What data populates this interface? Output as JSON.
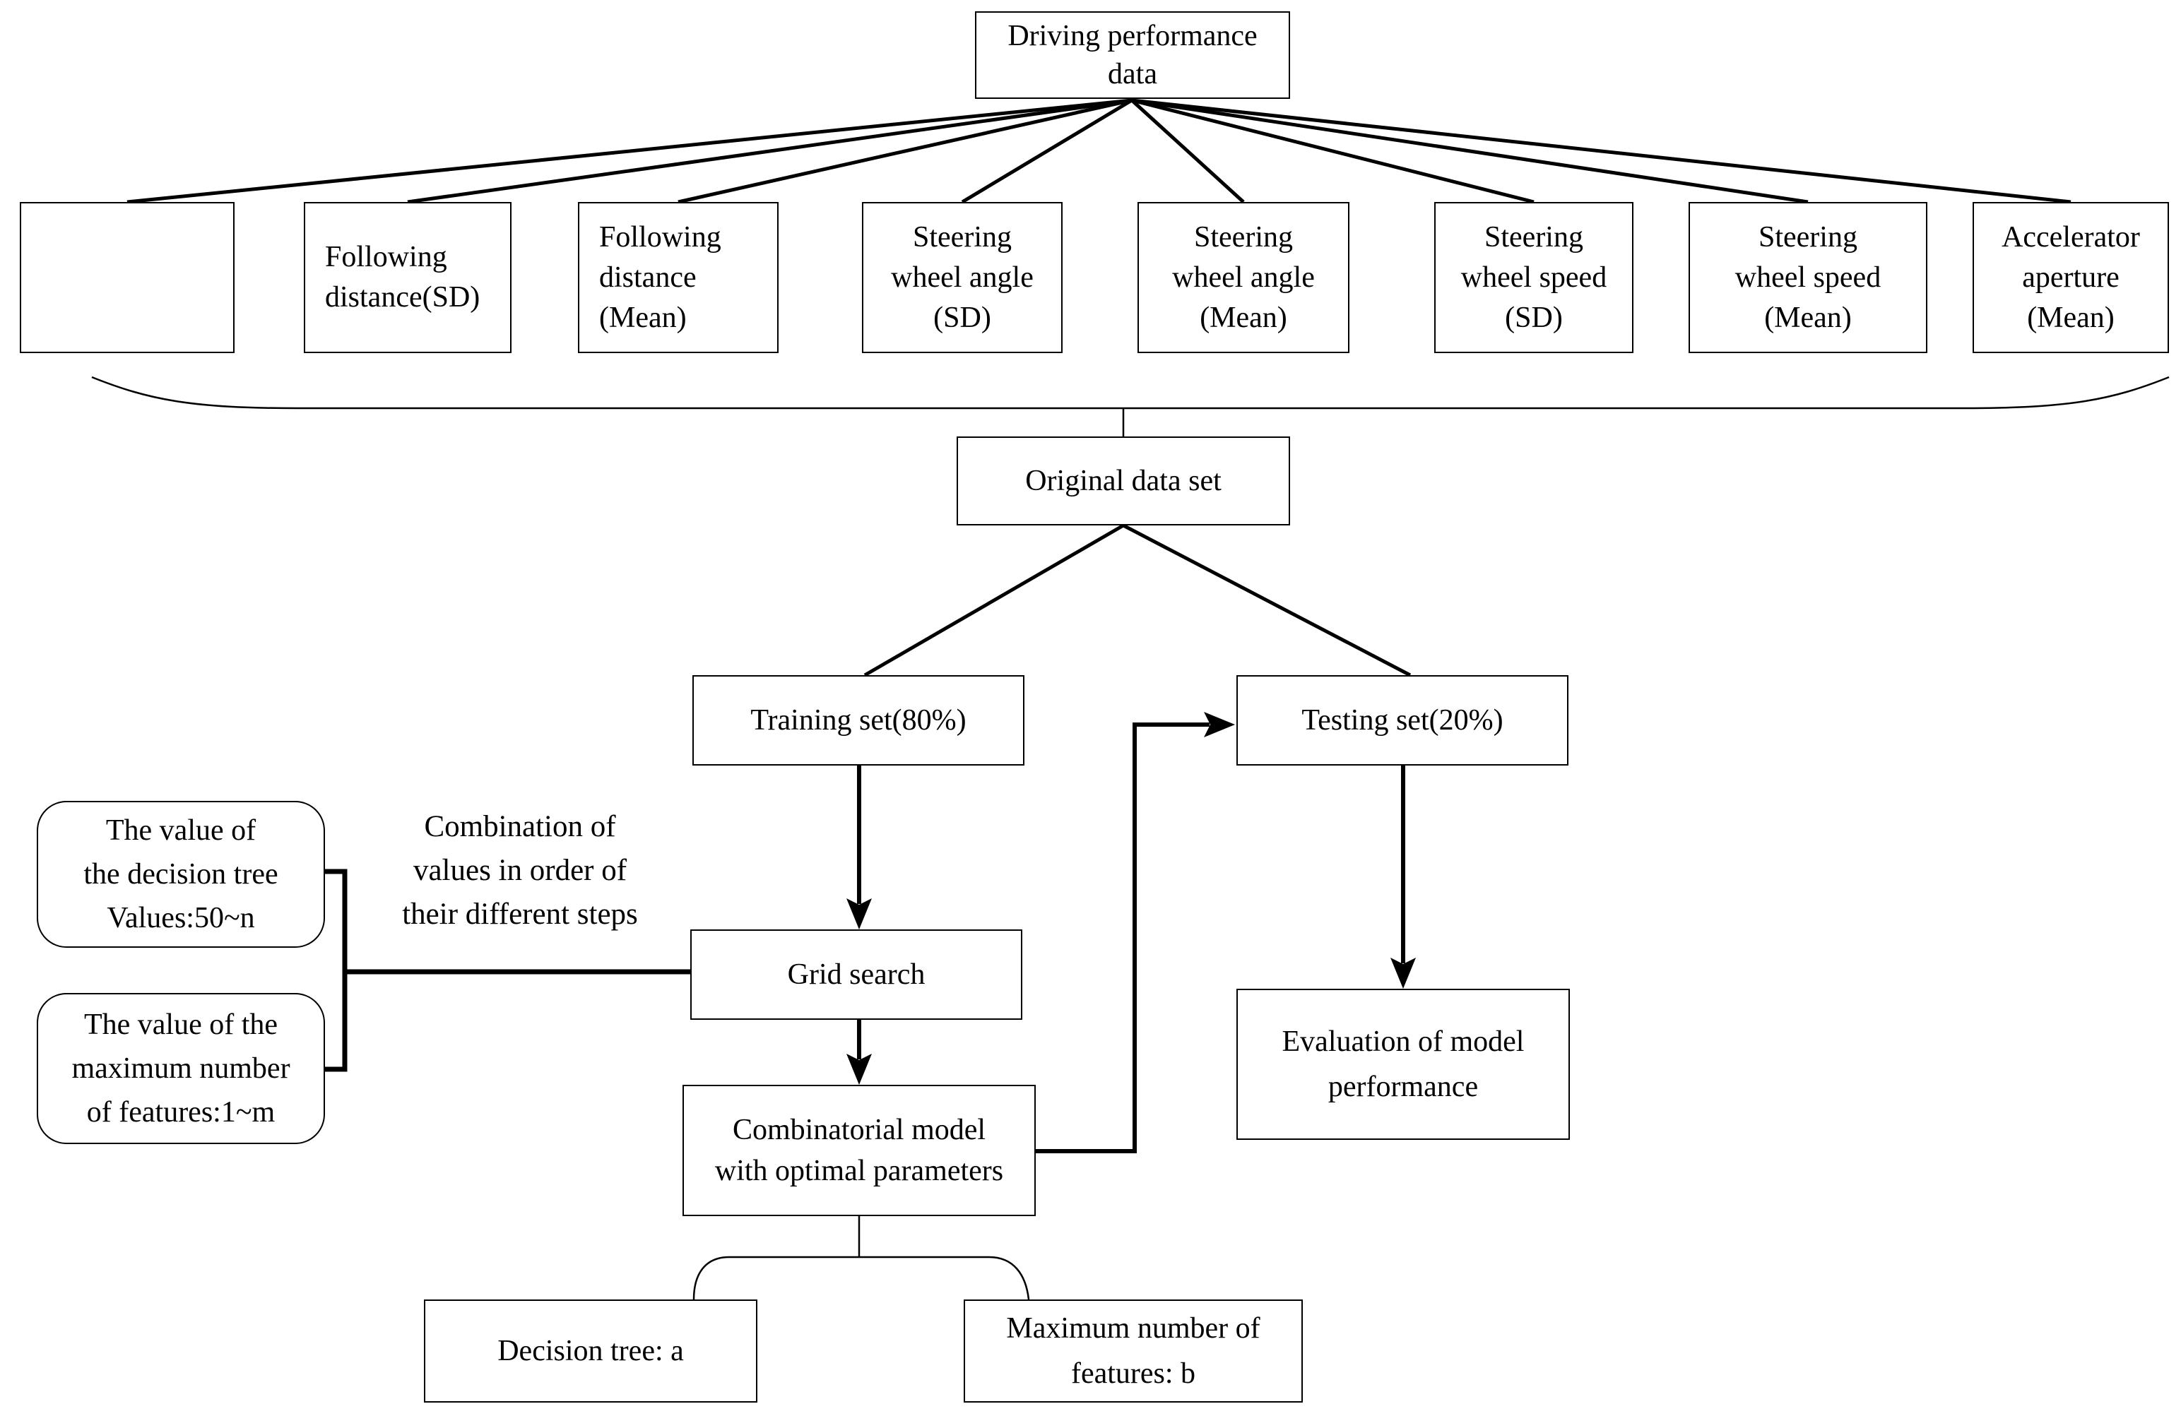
{
  "root": {
    "label": "Driving performance\ndata"
  },
  "features": [
    "",
    "Following\ndistance(SD)",
    "Following\ndistance\n(Mean)",
    "Steering\nwheel angle\n(SD)",
    "Steering\nwheel angle\n(Mean)",
    "Steering\nwheel speed\n(SD)",
    "Steering\nwheel speed\n(Mean)",
    "Accelerator\naperture\n(Mean)"
  ],
  "pipeline": {
    "original": "Original data set",
    "training": "Training set(80%)",
    "testing": "Testing set(20%)",
    "grid_search": "Grid search",
    "combinatorial": "Combinatorial model\nwith optimal parameters",
    "evaluation": "Evaluation of model\nperformance",
    "decision_tree": "Decision tree: a",
    "max_features": "Maximum number of\nfeatures: b"
  },
  "parameters": {
    "decision_tree_values": "The value of\nthe decision tree\nValues:50~n",
    "max_features_values": "The value of the\nmaximum number\nof features:1~m",
    "combination_note": "Combination of\nvalues in order of\ntheir different steps"
  },
  "colors": {
    "line": "#000000",
    "background": "#ffffff"
  }
}
